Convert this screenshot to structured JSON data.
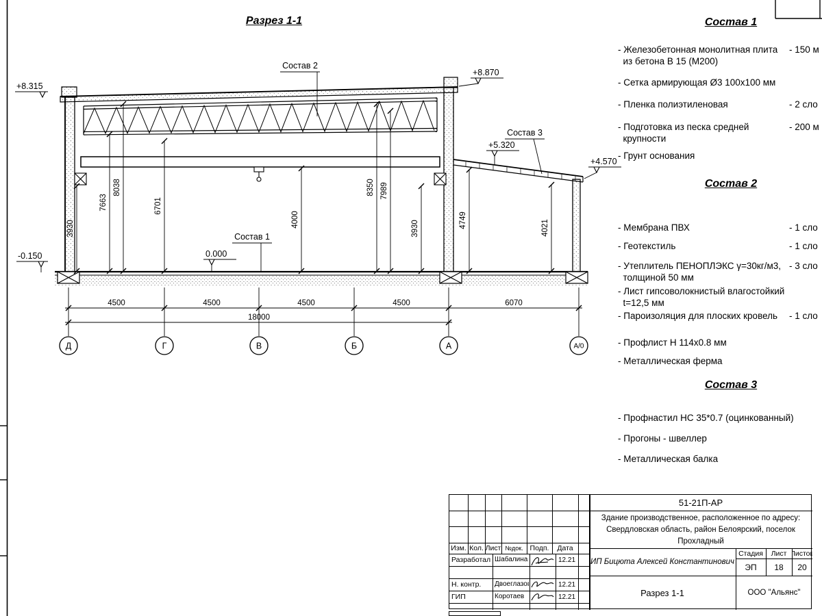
{
  "drawing": {
    "title": "Разрез 1-1",
    "labels": {
      "sostav1": "Состав 1",
      "sostav2": "Состав 2",
      "sostav3": "Состав 3"
    },
    "elevations": {
      "roof_left": "+8.315",
      "roof_right": "+8.870",
      "annex_high": "+5.320",
      "annex_low": "+4.570",
      "ground": "-0.150",
      "floor": "0.000"
    },
    "vertical_dims": {
      "d1": "3930",
      "d2": "7663",
      "d3": "8038",
      "d4": "6701",
      "d5": "4000",
      "d6": "8350",
      "d7": "7989",
      "d8": "3930",
      "d9": "4749",
      "d10": "4021"
    },
    "horizontal_dims": {
      "s1": "4500",
      "s2": "4500",
      "s3": "4500",
      "s4": "4500",
      "total": "18000",
      "annex": "6070"
    },
    "axes": {
      "a1": "Д",
      "a2": "Г",
      "a3": "В",
      "a4": "Б",
      "a5": "А",
      "a6": "А/0"
    }
  },
  "compositions": [
    {
      "title": "Состав 1",
      "items": [
        {
          "label": "- Железобетонная  монолитная плита\n  из бетона В 15 (М200)",
          "value": "- 150 м"
        },
        {
          "label": "- Сетка армирующая Ø3 100х100 мм",
          "value": ""
        },
        {
          "label": "- Пленка полиэтиленовая",
          "value": "- 2 сло"
        },
        {
          "label": "- Подготовка из песка средней\n  крупности",
          "value": "- 200 м"
        },
        {
          "label": "- Грунт основания",
          "value": ""
        }
      ]
    },
    {
      "title": "Состав 2",
      "items": [
        {
          "label": "- Мембрана ПВХ",
          "value": "- 1 сло"
        },
        {
          "label": "- Геотекстиль",
          "value": "- 1 сло"
        },
        {
          "label": "- Утеплитель ПЕНОПЛЭКС γ=30кг/м3,\n  толщиной 50 мм",
          "value": "- 3 сло"
        },
        {
          "label": "- Лист гипсоволокнистый влагостойкий\n  t=12,5 мм",
          "value": ""
        },
        {
          "label": "- Пароизоляция для плоских кровель",
          "value": "- 1 сло"
        },
        {
          "label": "- Профлист Н 114х0.8 мм",
          "value": ""
        },
        {
          "label": "- Металлическая ферма",
          "value": ""
        }
      ]
    },
    {
      "title": "Состав 3",
      "items": [
        {
          "label": "- Профнастил НС 35*0.7 (оцинкованный)",
          "value": ""
        },
        {
          "label": "- Прогоны - швеллер",
          "value": ""
        },
        {
          "label": "- Металлическая балка",
          "value": ""
        }
      ]
    }
  ],
  "title_block": {
    "doc_number": "51-21П-АР",
    "project_line1": "Здание производственное, расположенное по адресу:",
    "project_line2": "Свердловская область, район Белоярский, поселок",
    "project_line3": "Прохладный",
    "headers": {
      "izm": "Изм.",
      "kol": "Кол.",
      "list": "Лист",
      "ndok": "№док.",
      "podp": "Подп.",
      "data": "Дата"
    },
    "client": "ИП Бицюта Алексей Константинович",
    "stage_header": {
      "stage": "Стадия",
      "sheet": "Лист",
      "sheets": "Листов"
    },
    "stage_values": {
      "stage": "ЭП",
      "sheet": "18",
      "sheets": "20"
    },
    "sheet_title": "Разрез 1-1",
    "company": "ООО \"Альянс\"",
    "rows": [
      {
        "role": "Разработал",
        "name": "Шабалина",
        "date": "12.21"
      },
      {
        "role": "Н. контр.",
        "name": "Двоеглазов",
        "date": "12.21"
      },
      {
        "role": "ГИП",
        "name": "Коротаев",
        "date": "12.21"
      }
    ]
  }
}
